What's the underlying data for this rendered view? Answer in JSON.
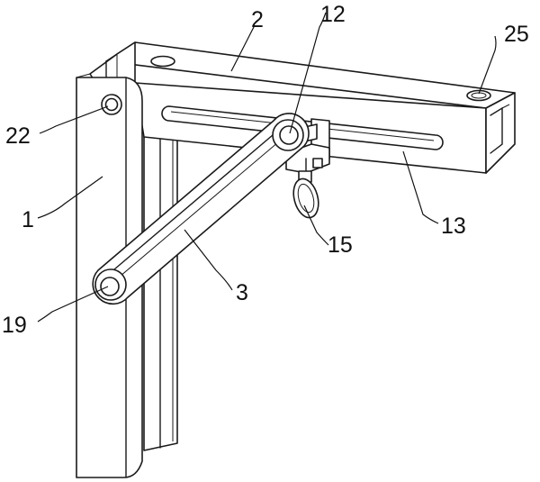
{
  "labels": {
    "l1": "1",
    "l2": "2",
    "l3": "3",
    "l12": "12",
    "l13": "13",
    "l15": "15",
    "l19": "19",
    "l22": "22",
    "l25": "25"
  },
  "colors": {
    "stroke": "#1a1a1a",
    "background": "#ffffff"
  }
}
